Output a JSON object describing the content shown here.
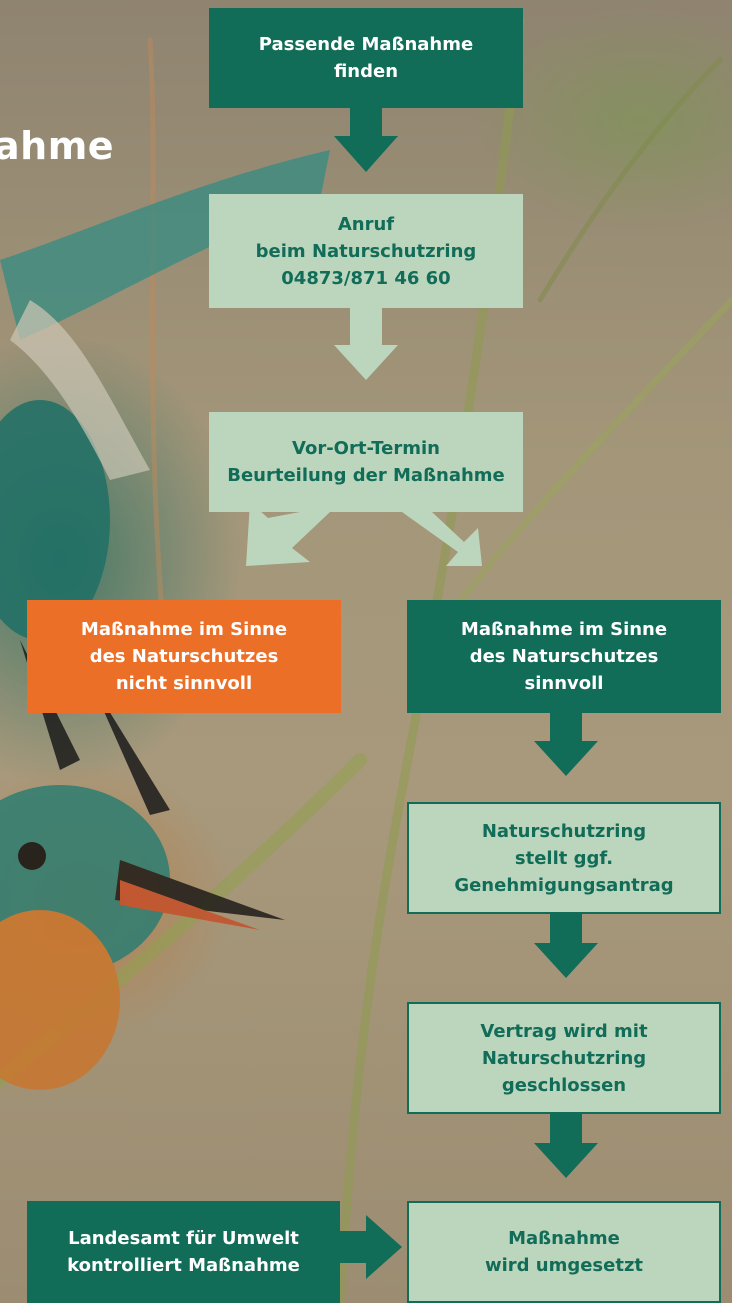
{
  "page": {
    "heading_fragment": "ahme"
  },
  "flow": {
    "step_find": "Passende Maßnahme\nfinden",
    "step_call": "Anruf\nbeim Naturschutzring\n04873/871 46 60",
    "step_visit": "Vor-Ort-Termin\nBeurteilung der Maßnahme",
    "outcome_no": "Maßnahme im Sinne\ndes Naturschutzes\nnicht sinnvoll",
    "outcome_yes": "Maßnahme im Sinne\ndes Naturschutzes\nsinnvoll",
    "step_permit": "Naturschutzring\nstellt ggf.\nGenehmigungsantrag",
    "step_contract": "Vertrag wird mit\nNaturschutzring\ngeschlossen",
    "step_implement": "Maßnahme\nwird umgesetzt",
    "step_control": "Landesamt für Umwelt\nkontrolliert Maßnahme"
  },
  "colors": {
    "dark_green": "#116c58",
    "light_green": "#bcd6bd",
    "orange": "#ec6f28"
  }
}
